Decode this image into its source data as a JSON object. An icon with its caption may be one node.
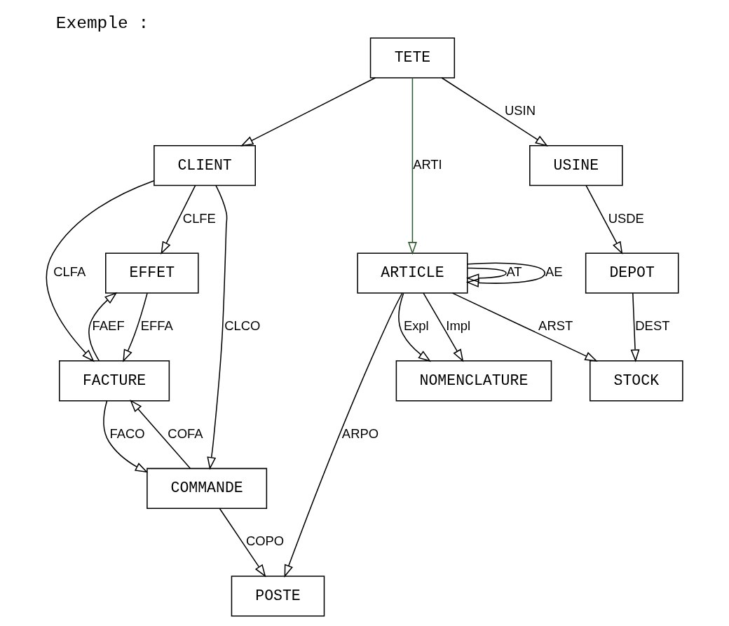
{
  "diagram": {
    "title": "Exemple :",
    "nodes": [
      {
        "text": [
          "TETE"
        ]
      },
      {
        "text": [
          "CLIENT"
        ]
      },
      {
        "text": [
          "ARTICLE"
        ]
      },
      {
        "text": [
          "USINE"
        ]
      },
      {
        "text": [
          "EFFET"
        ]
      },
      {
        "text": [
          "COMMANDE"
        ]
      },
      {
        "text": [
          "DEPOT"
        ]
      },
      {
        "text": [
          "FACTURE"
        ]
      },
      {
        "text": [
          "NOMENCLATURE"
        ]
      },
      {
        "text": [
          "POSTE"
        ]
      },
      {
        "text": [
          "STOCK"
        ]
      }
    ],
    "edges": [
      {
        "from": 0,
        "to": 1,
        "arrow": "to"
      },
      {
        "from": 0,
        "to": 2,
        "arrow": "to",
        "label": "ARTI",
        "color": "#2f5a2f"
      },
      {
        "from": 0,
        "to": 3,
        "arrow": "to",
        "label": "USIN"
      },
      {
        "from": 2,
        "to": 2,
        "arrow": "to",
        "label": "AT"
      },
      {
        "from": 2,
        "to": 2,
        "arrow": "to",
        "label": "AE"
      },
      {
        "from": 1,
        "to": 4,
        "arrow": "to",
        "label": "CLFE"
      },
      {
        "from": 1,
        "to": 7,
        "arrow": "to",
        "label": "CLFA"
      },
      {
        "from": 1,
        "to": 5,
        "arrow": "to",
        "label": "CLCO"
      },
      {
        "from": 3,
        "to": 6,
        "arrow": "to",
        "label": "USDE"
      },
      {
        "from": 4,
        "to": 7,
        "arrow": "to",
        "label": "EFFA"
      },
      {
        "from": 7,
        "to": 4,
        "arrow": "to",
        "label": "FAEF"
      },
      {
        "from": 5,
        "to": 7,
        "arrow": "to",
        "label": "COFA"
      },
      {
        "from": 7,
        "to": 5,
        "arrow": "to",
        "label": "FACO"
      },
      {
        "from": 5,
        "to": 9,
        "arrow": "to",
        "label": "COPO"
      },
      {
        "from": 2,
        "to": 9,
        "arrow": "to",
        "label": "ARPO"
      },
      {
        "from": 2,
        "to": 8,
        "arrow": "to",
        "label": "Impl"
      },
      {
        "from": 2,
        "to": 8,
        "arrow": "to",
        "label": "Expl"
      },
      {
        "from": 2,
        "to": 10,
        "arrow": "to",
        "label": "ARST"
      },
      {
        "from": 6,
        "to": 10,
        "arrow": "to",
        "label": "DEST"
      }
    ]
  }
}
